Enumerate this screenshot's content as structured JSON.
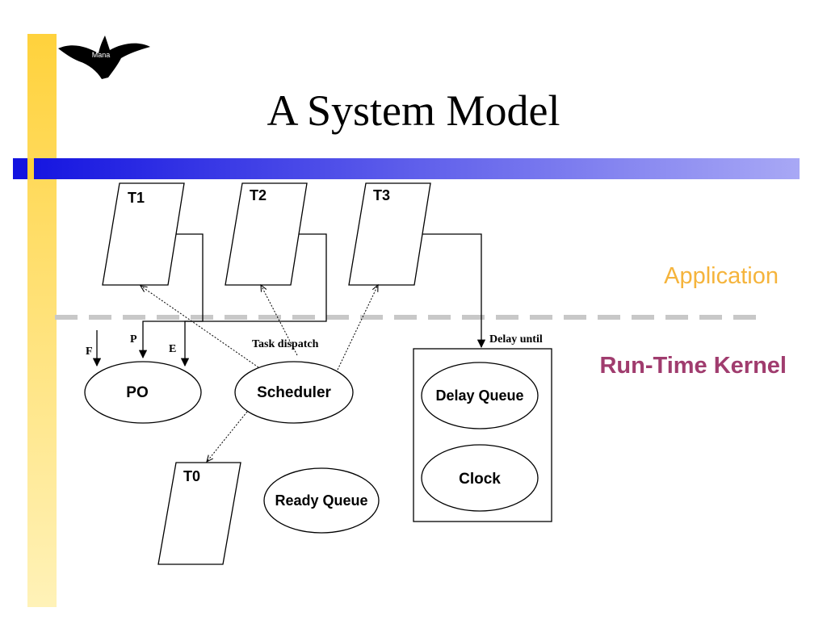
{
  "slide": {
    "title": "A System Model",
    "logo_text": "Mana"
  },
  "layers": {
    "application": "Application",
    "kernel": "Run-Time Kernel"
  },
  "tasks": {
    "t1": "T1",
    "t2": "T2",
    "t3": "T3",
    "t0": "T0"
  },
  "kernel_objects": {
    "po": "PO",
    "scheduler": "Scheduler",
    "ready_queue": "Ready Queue",
    "delay_queue": "Delay Queue",
    "clock": "Clock"
  },
  "edge_labels": {
    "f": "F",
    "p": "P",
    "e": "E",
    "task_dispatch": "Task dispatch",
    "delay_until": "Delay until"
  },
  "colors": {
    "yellow_bar": "#FFD23C",
    "blue_bar": "#1E1EE6",
    "application": "#F5B43C",
    "kernel": "#A03C6E",
    "divider": "#C8C8C8"
  }
}
